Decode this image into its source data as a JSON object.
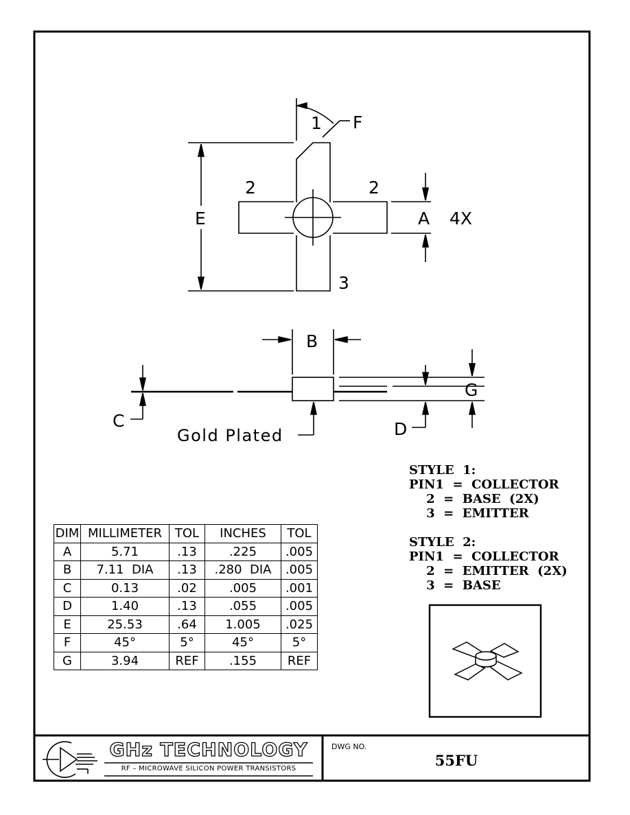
{
  "top_view": {
    "pin1_label": "1",
    "pin2_left_label": "2",
    "pin2_right_label": "2",
    "pin3_label": "3",
    "dim_e_label": "E",
    "dim_a_label": "A",
    "dim_a_count": "4X",
    "dim_f_label": "F"
  },
  "side_view": {
    "dim_b_label": "B",
    "dim_c_label": "C",
    "dim_d_label": "D",
    "dim_g_label": "G",
    "note": "Gold Plated"
  },
  "styles": [
    "STYLE  1:",
    "PIN1  =  COLLECTOR",
    "    2  =  BASE  (2X)",
    "    3  =  EMITTER",
    "",
    "STYLE  2:",
    "PIN1  =  COLLECTOR",
    "    2  =  EMITTER  (2X)",
    "    3  =  BASE"
  ],
  "dimension_table": {
    "headers": [
      "DIM",
      "MILLIMETER",
      "TOL",
      "INCHES",
      "TOL"
    ],
    "rows": [
      [
        "A",
        "5.71",
        ".13",
        ".225",
        ".005"
      ],
      [
        "B",
        "7.11  DIA",
        ".13",
        ".280  DIA",
        ".005"
      ],
      [
        "C",
        "0.13",
        ".02",
        ".005",
        ".001"
      ],
      [
        "D",
        "1.40",
        ".13",
        ".055",
        ".005"
      ],
      [
        "E",
        "25.53",
        ".64",
        "1.005",
        ".025"
      ],
      [
        "F",
        "45°",
        "5°",
        "45°",
        "5°"
      ],
      [
        "G",
        "3.94",
        "REF",
        ".155",
        "REF"
      ]
    ]
  },
  "title_block": {
    "company": "GHz TECHNOLOGY",
    "tagline": "RF – MICROWAVE SILICON POWER TRANSISTORS",
    "dwg_label": "DWG  NO.",
    "dwg_number": "55FU"
  }
}
